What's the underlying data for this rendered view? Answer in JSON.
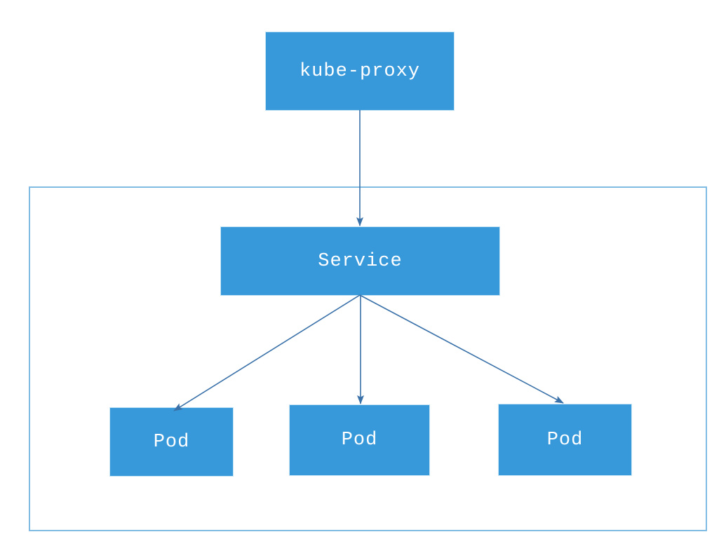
{
  "diagram": {
    "nodes": {
      "kube_proxy": {
        "label": "kube-proxy"
      },
      "service": {
        "label": "Service"
      },
      "pod_1": {
        "label": "Pod"
      },
      "pod_2": {
        "label": "Pod"
      },
      "pod_3": {
        "label": "Pod"
      }
    },
    "edges": [
      {
        "from": "kube-proxy",
        "to": "Service",
        "style": "arrow"
      },
      {
        "from": "Service",
        "to": "Pod (left)",
        "style": "arrow"
      },
      {
        "from": "Service",
        "to": "Pod (middle)",
        "style": "arrow"
      },
      {
        "from": "Service",
        "to": "Pod (right)",
        "style": "arrow"
      }
    ],
    "cluster": {
      "contains": [
        "Service",
        "Pod",
        "Pod",
        "Pod"
      ]
    },
    "colors": {
      "node_fill": "#3798da",
      "node_text": "#ffffff",
      "edge_stroke": "#3a71a9",
      "cluster_border": "#7fbbe2",
      "background": "#ffffff"
    }
  }
}
